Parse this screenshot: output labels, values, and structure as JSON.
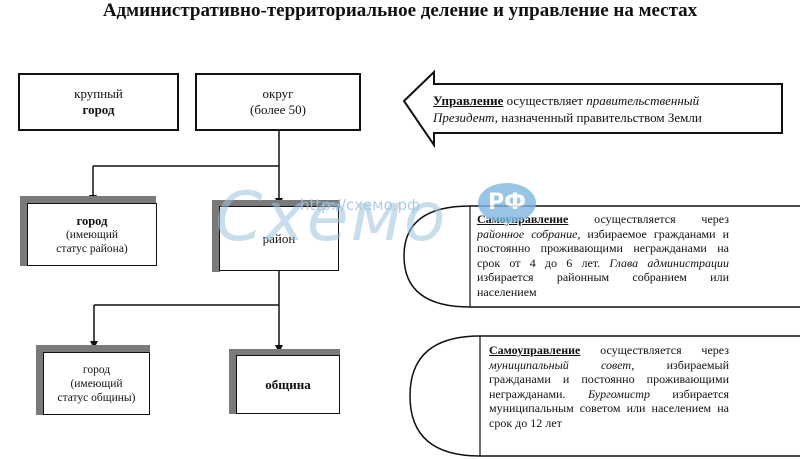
{
  "title": "Административно-территориальное деление и управление на местах",
  "boxes": {
    "big_city": {
      "line1": "крупный",
      "line2": "город"
    },
    "okrug": {
      "line1": "округ",
      "line2": "(более 50)"
    },
    "city_rayon": {
      "line1": "город",
      "line2": "(имеющий",
      "line3": "статус района)"
    },
    "rayon": {
      "line1": "район"
    },
    "city_obshchina": {
      "line1": "город",
      "line2": "(имеющий",
      "line3": "статус общины)"
    },
    "obshchina": {
      "line1": "община"
    }
  },
  "notes": {
    "management": {
      "head": "Управление",
      "t1": " осуществляет ",
      "it1": "правительственный",
      "it2": "Президент,",
      "t2": " назначенный правительством Земли"
    },
    "rayon_self": {
      "head": "Самоуправление",
      "t1": " осуществляется через ",
      "it1": "районное собрание,",
      "t2": " избираемое гражданами и постоянно проживающими негражданами на срок от 4 до 6 лет.",
      "it2": "Глава администрации",
      "t3": " избирается районным собранием или населением"
    },
    "obshchina_self": {
      "head": "Самоуправление",
      "t1": " осуществляется через ",
      "it1": "муниципальный совет,",
      "t2": " избираемый гражданами и постоянно проживающими негражданами.",
      "it2": "Бургомистр",
      "t3": " избирается муниципальным советом или населением на срок до 12 лет"
    }
  },
  "watermark": {
    "url": "http://схемо.рф",
    "logo": "Схемо",
    "badge": "РФ"
  }
}
